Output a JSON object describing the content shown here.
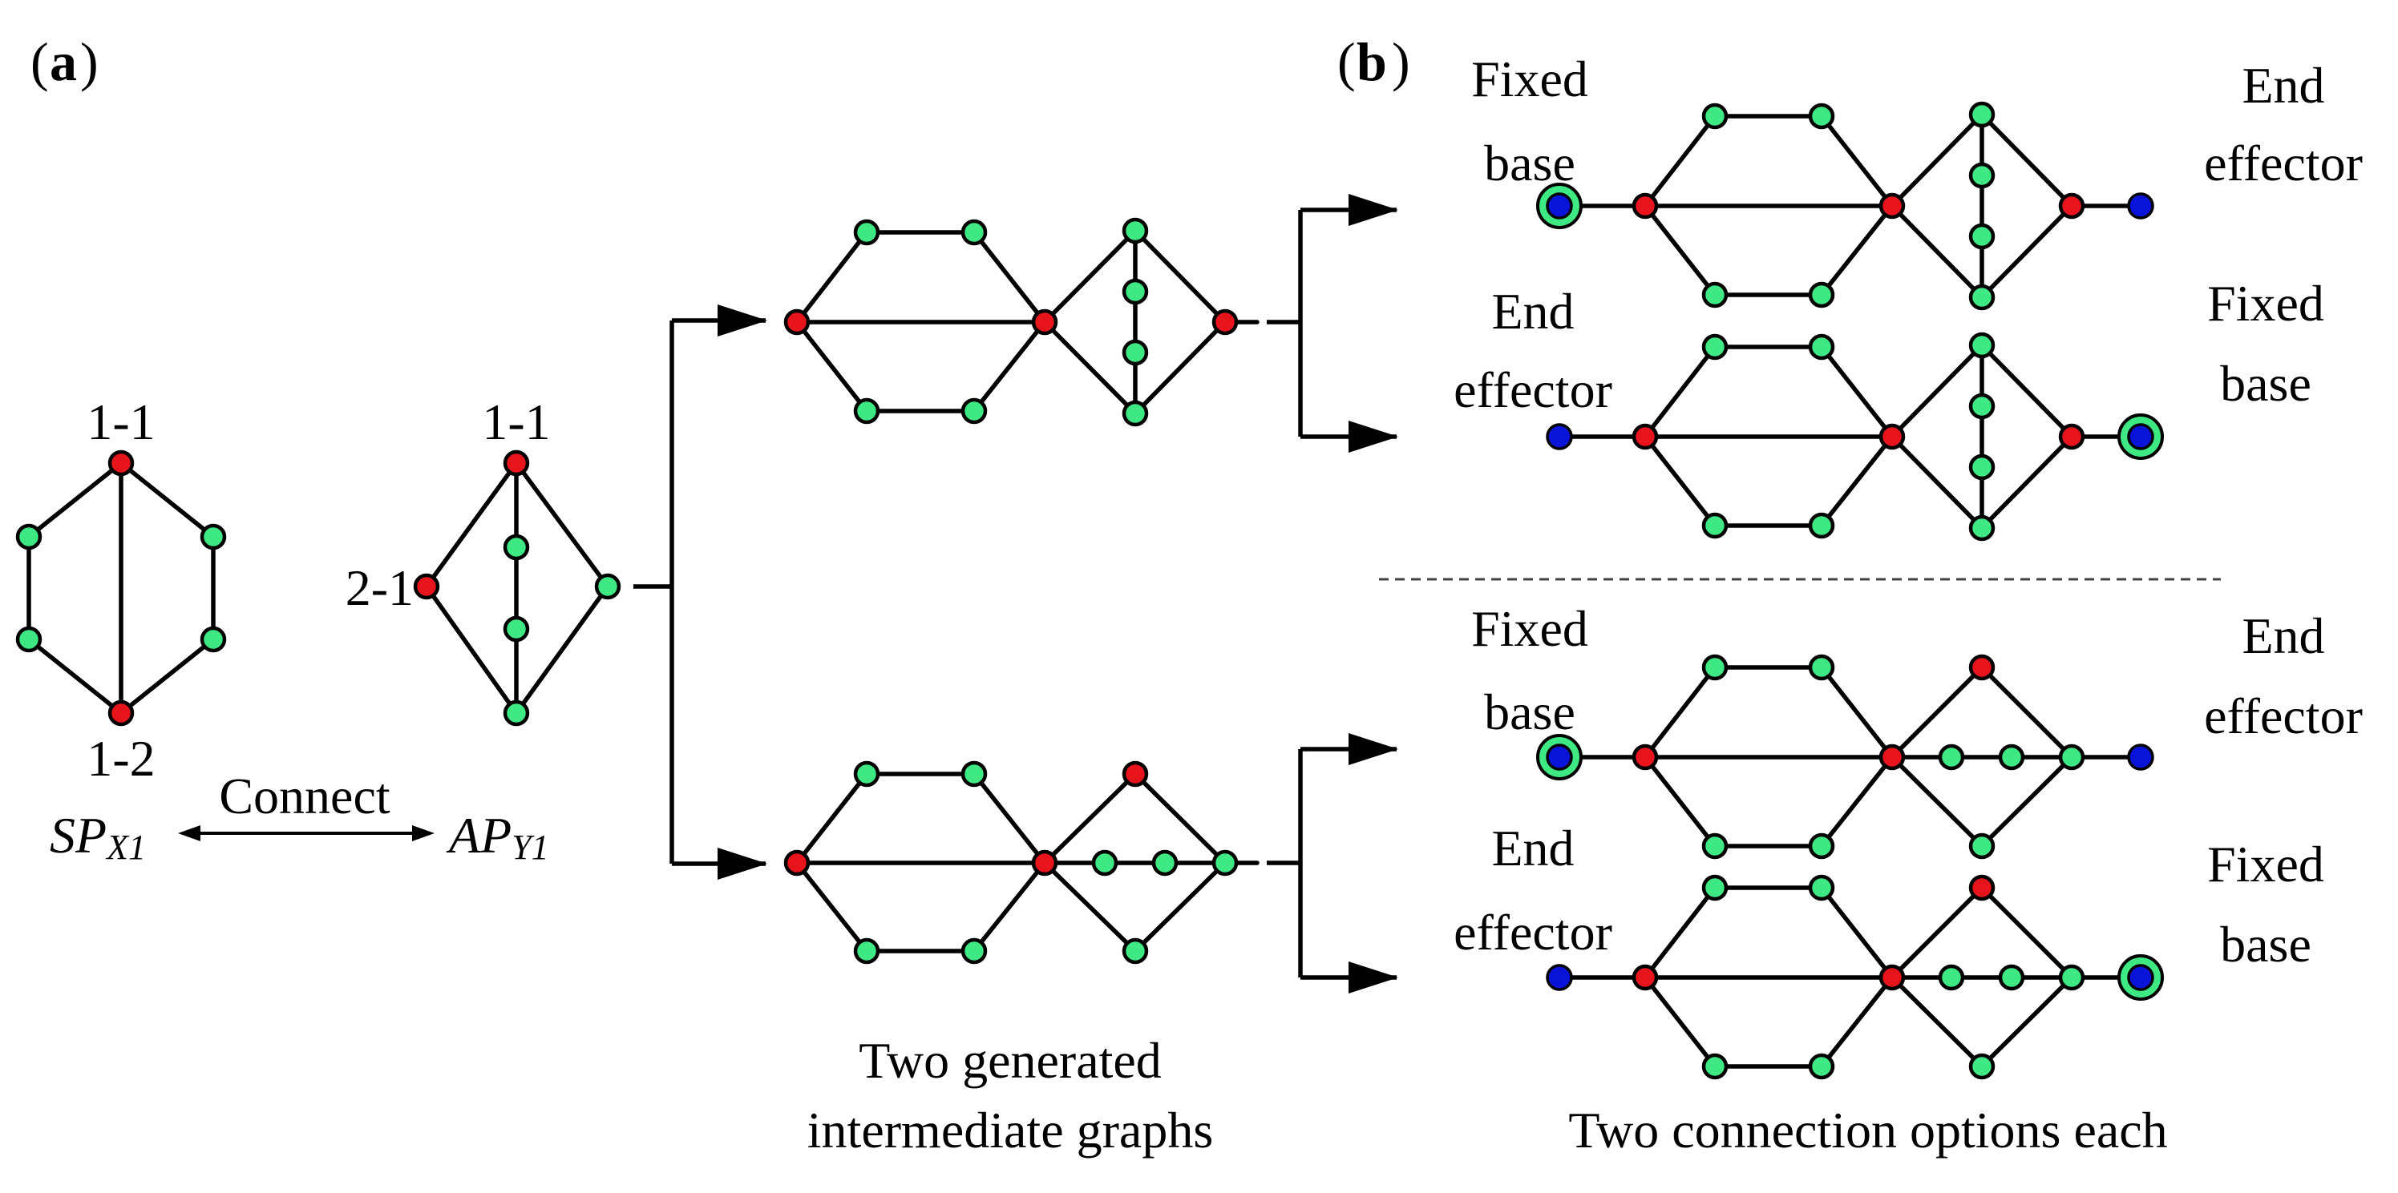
{
  "labels": {
    "panel_a": "a",
    "panel_b": "b",
    "node_1_1": "1-1",
    "node_1_2": "1-2",
    "node_2_1": "2-1",
    "connect": "Connect",
    "sp_main": "SP",
    "sp_sub": "X1",
    "ap_main": "AP",
    "ap_sub": "Y1",
    "caption_a": [
      "Two generated",
      "intermediate graphs"
    ],
    "caption_b": "Two connection options each",
    "fixed_base": [
      "Fixed",
      "base"
    ],
    "end_effector": [
      "End",
      "effector"
    ]
  },
  "colors": {
    "red": "#e8141b",
    "green": "#3ee882",
    "blue": "#0a14d8",
    "edge": "#000000"
  }
}
